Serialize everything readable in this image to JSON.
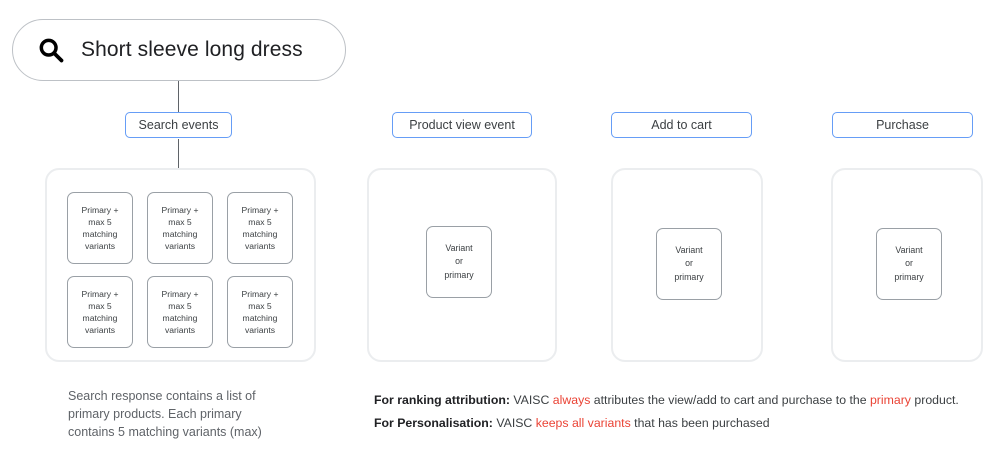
{
  "search": {
    "icon": "search-icon",
    "query": "Short sleeve long dress"
  },
  "accent_colors": {
    "chip_border_blue": "#669df6",
    "highlight_red": "#ea4335",
    "container_border": "#ebedef",
    "card_border": "#9aa0a6"
  },
  "stages": [
    {
      "key": "search-events",
      "label": "Search events",
      "card_count": 6,
      "card_text": "Primary +\nmax 5\nmatching\nvariants"
    },
    {
      "key": "product-view-event",
      "label": "Product view event",
      "card_count": 1,
      "card_text": "Variant\nor\nprimary"
    },
    {
      "key": "add-to-cart",
      "label": "Add to cart",
      "card_count": 1,
      "card_text": "Variant\nor\nprimary"
    },
    {
      "key": "purchase",
      "label": "Purchase",
      "card_count": 1,
      "card_text": "Variant\nor\nprimary"
    }
  ],
  "left_caption": "Search response contains a list of\nprimary products. Each primary\ncontains 5 matching variants (max)",
  "notes": [
    {
      "lead": "For ranking attribution:",
      "part1": " VAISC ",
      "hl1": "always",
      "part2": " attributes the view/add to cart and purchase to the ",
      "hl2": "primary",
      "part3": " product."
    },
    {
      "lead": "For Personalisation:",
      "part1": " VAISC ",
      "hl1": "keeps all variants",
      "part2": " that has been purchased",
      "hl2": "",
      "part3": ""
    }
  ]
}
